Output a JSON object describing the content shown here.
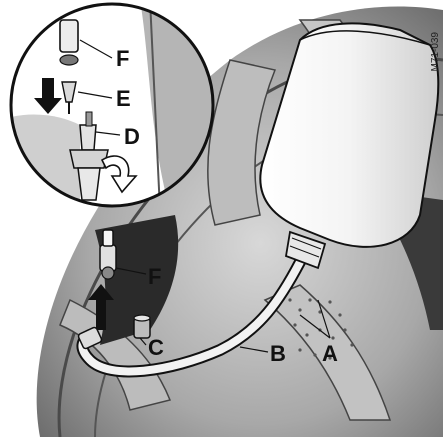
{
  "image_code": "M71-039",
  "labels": {
    "A": "A",
    "B": "B",
    "C": "C",
    "D": "D",
    "E": "E",
    "F_detail": "F",
    "F_main": "F"
  },
  "colors": {
    "background": "#ffffff",
    "wheel_shading": "#9a9a9a",
    "dark_recess": "#2a2a2a",
    "bottle": "#f2f2f2",
    "outline": "#1a1a1a",
    "label_text": "#111111"
  }
}
